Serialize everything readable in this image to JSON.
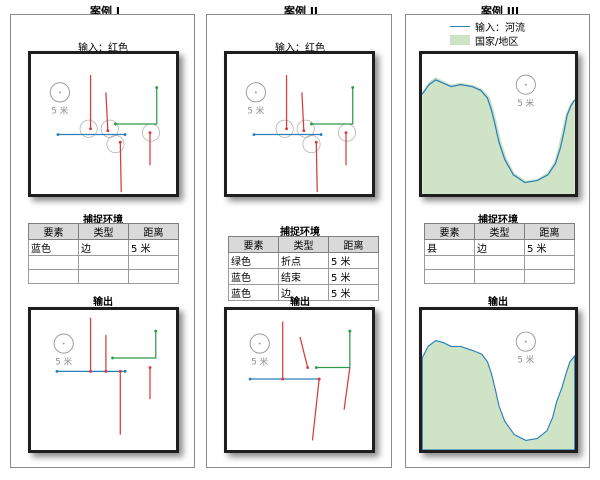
{
  "colors": {
    "red": "#d93a3a",
    "blue": "#2b7fb8",
    "green": "#2e9a4b",
    "country": "#cfe3c7",
    "circle": "#9a9a9a"
  },
  "cases": [
    {
      "title": "案例 I",
      "input_label": "输入：红色",
      "snap_title": "捕捉环境",
      "headers": [
        "要素",
        "类型",
        "距离"
      ],
      "rows": [
        [
          "蓝色",
          "边",
          "5 米"
        ],
        [
          "",
          "",
          ""
        ],
        [
          "",
          "",
          ""
        ]
      ],
      "output_label": "输出",
      "radius_label": "5 米"
    },
    {
      "title": "案例 II",
      "input_label": "输入：红色",
      "snap_title": "捕捉环境",
      "headers": [
        "要素",
        "类型",
        "距离"
      ],
      "rows": [
        [
          "绿色",
          "折点",
          "5 米"
        ],
        [
          "蓝色",
          "结束",
          "5 米"
        ],
        [
          "蓝色",
          "边",
          "5 米"
        ]
      ],
      "output_label": "输出",
      "radius_label": "5 米"
    },
    {
      "title": "案例 III",
      "legend": {
        "river": "输入：河流",
        "country": "国家/地区"
      },
      "snap_title": "捕捉环境",
      "headers": [
        "要素",
        "类型",
        "距离"
      ],
      "rows": [
        [
          "县",
          "边",
          "5 米"
        ],
        [
          "",
          "",
          ""
        ],
        [
          "",
          "",
          ""
        ]
      ],
      "output_label": "输出",
      "radius_label": "5 米"
    }
  ]
}
